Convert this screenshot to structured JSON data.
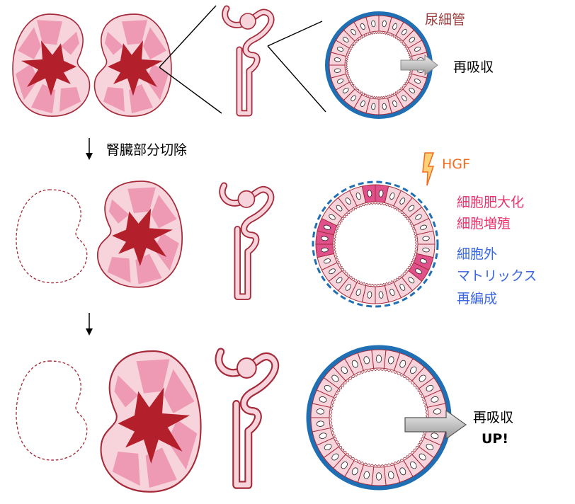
{
  "labels": {
    "tubule": "尿細管",
    "reabsorption": "再吸収",
    "partial_nephrectomy": "腎臓部分切除",
    "hgf": "HGF",
    "hypertrophy": "細胞肥大化",
    "proliferation": "細胞増殖",
    "ecm_line1": "細胞外",
    "ecm_line2": "マトリックス",
    "ecm_line3": "再編成",
    "reabsorption_up_line1": "再吸収",
    "reabsorption_up_line2": "UP!"
  },
  "colors": {
    "tubule_label": "#9b3a3a",
    "hgf": "#f26a1b",
    "pink_text": "#e8336d",
    "blue_text": "#3a66e0",
    "membrane": "#1f6fb5",
    "kidney_outline": "#a52a3a",
    "kidney_fill": "#f7d3dc",
    "lobe": "#ee9ab5",
    "medulla": "#b3202b"
  }
}
